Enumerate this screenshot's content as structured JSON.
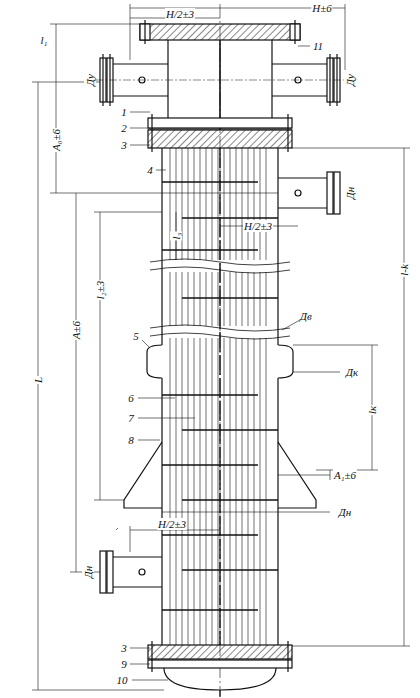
{
  "diagram": {
    "labels": [
      "H±6",
      "H/2±3",
      "11",
      "l₁",
      "Ду",
      "Ду",
      "1",
      "2",
      "3",
      "A₀±6",
      "4",
      "Дн",
      "l₃",
      "H/2±3",
      "l₂±3",
      "L",
      "A±6",
      "5",
      "Дв",
      "Дк",
      "lк",
      "l-k",
      "6",
      "7",
      "8",
      "A₁±6",
      "Дн",
      "H/2±3",
      "Дн",
      "3",
      "9",
      "10"
    ]
  }
}
